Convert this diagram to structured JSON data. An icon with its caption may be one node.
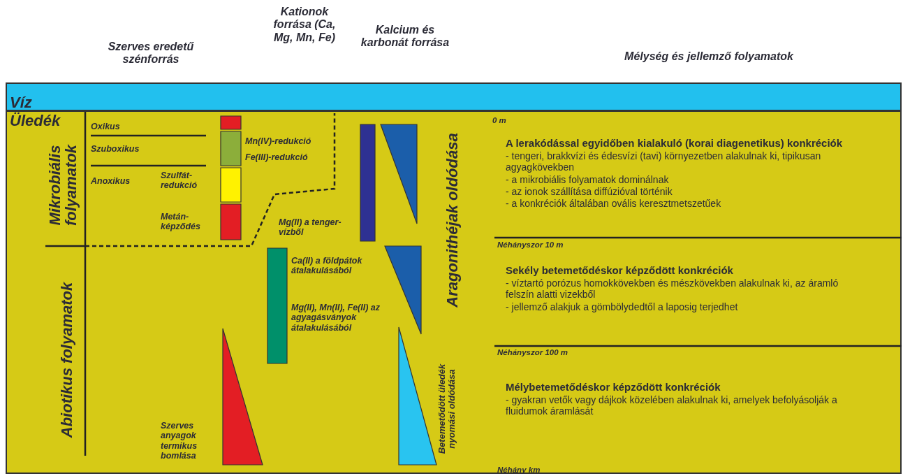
{
  "diagram": {
    "nodes": [
      {
        "text": [
          "Víz"
        ]
      },
      {
        "text": [
          "Üledék"
        ]
      }
    ],
    "labels": [
      "Szerves eredetű szénforrás",
      "Kationok forrása (Ca, Mg, Mn, Fe)",
      "Kalcium és karbonát forrása",
      "Mélység és jellemző folyamatok",
      "Mikrobiális folyamatok",
      "Abiotikus folyamatok",
      "Oxikus",
      "Szuboxikus",
      "Anoxikus",
      "Szulfát-redukció",
      "Metán-képződés",
      "Mn(IV)-redukció",
      "Fe(III)-redukció",
      "Mg(II) a tenger-vízből",
      "Ca(II) a földpátok átalakulásából",
      "Mg(II), Mn(II), Fe(II) az agyagásványok átalakulásából",
      "Szerves anyagok termikus bomlása",
      "Aragonithéjak oldódása",
      "Betemetődött üledék nyomási oldódása",
      "0 m",
      "A lerakódással egyidőben kialakuló (korai diagenetikus) konkréciók",
      "- tengeri, brakkvízi és édesvízi (tavi) környezetben alakulnak ki, tipikusan agyagkövekben",
      "- a mikrobiális folyamatok dominálnak",
      "- az ionok szállítása diffúzióval történik",
      "- a konkréciók általában ovális keresztmetszetűek",
      "Néhányszor 10 m",
      "Sekély betemetődéskor képződött konkréciók",
      "- víztartó porózus homokkövekben és mészkövekben alakulnak ki, az áramló felszín alatti vizekből",
      "- jellemző alakjuk a gömbölydedtől a laposig terjedhet",
      "Néhányszor 100 m",
      "Mélybetemetődéskor képződött konkréciók",
      "- gyakran vetők vagy dájkok közelében alakulnak ki, amelyek befolyásolják a fluidumok áramlását",
      "Néhány km"
    ]
  }
}
